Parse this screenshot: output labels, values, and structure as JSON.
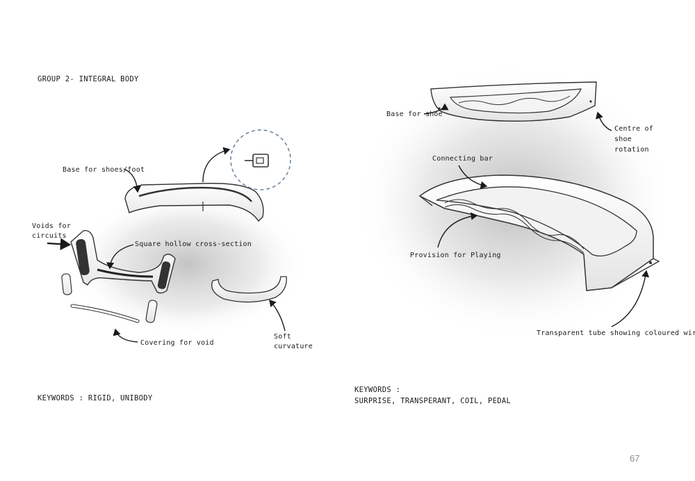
{
  "left": {
    "title": "GROUP 2- INTEGRAL BODY",
    "labels": {
      "base_for_shoes": "Base for shoes/foot",
      "voids_for_circuits_1": "Voids for",
      "voids_for_circuits_2": "circuits",
      "square_hollow": "Square hollow cross-section",
      "covering_for_void": "Covering for void",
      "soft_curvature_1": "Soft",
      "soft_curvature_2": "curvature"
    },
    "keywords": "KEYWORDS : RIGID, UNIBODY"
  },
  "right": {
    "labels": {
      "base_for_shoe": "Base for shoe",
      "centre_of_rotation_1": "Centre of",
      "centre_of_rotation_2": "shoe",
      "centre_of_rotation_3": "rotation",
      "connecting_bar": "Connecting bar",
      "provision_for_playing": "Provision for Playing",
      "transparent_tube": "Transparent tube showing coloured wires"
    },
    "keywords_label": "KEYWORDS :",
    "keywords": "SURPRISE, TRANSPERANT, COIL, PEDAL"
  },
  "page_number": "67",
  "colors": {
    "ink": "#1a1a1a",
    "shadow": "#cfcfcf",
    "dashed_circle": "#5b7a99",
    "page_number": "#8a8a8a"
  }
}
